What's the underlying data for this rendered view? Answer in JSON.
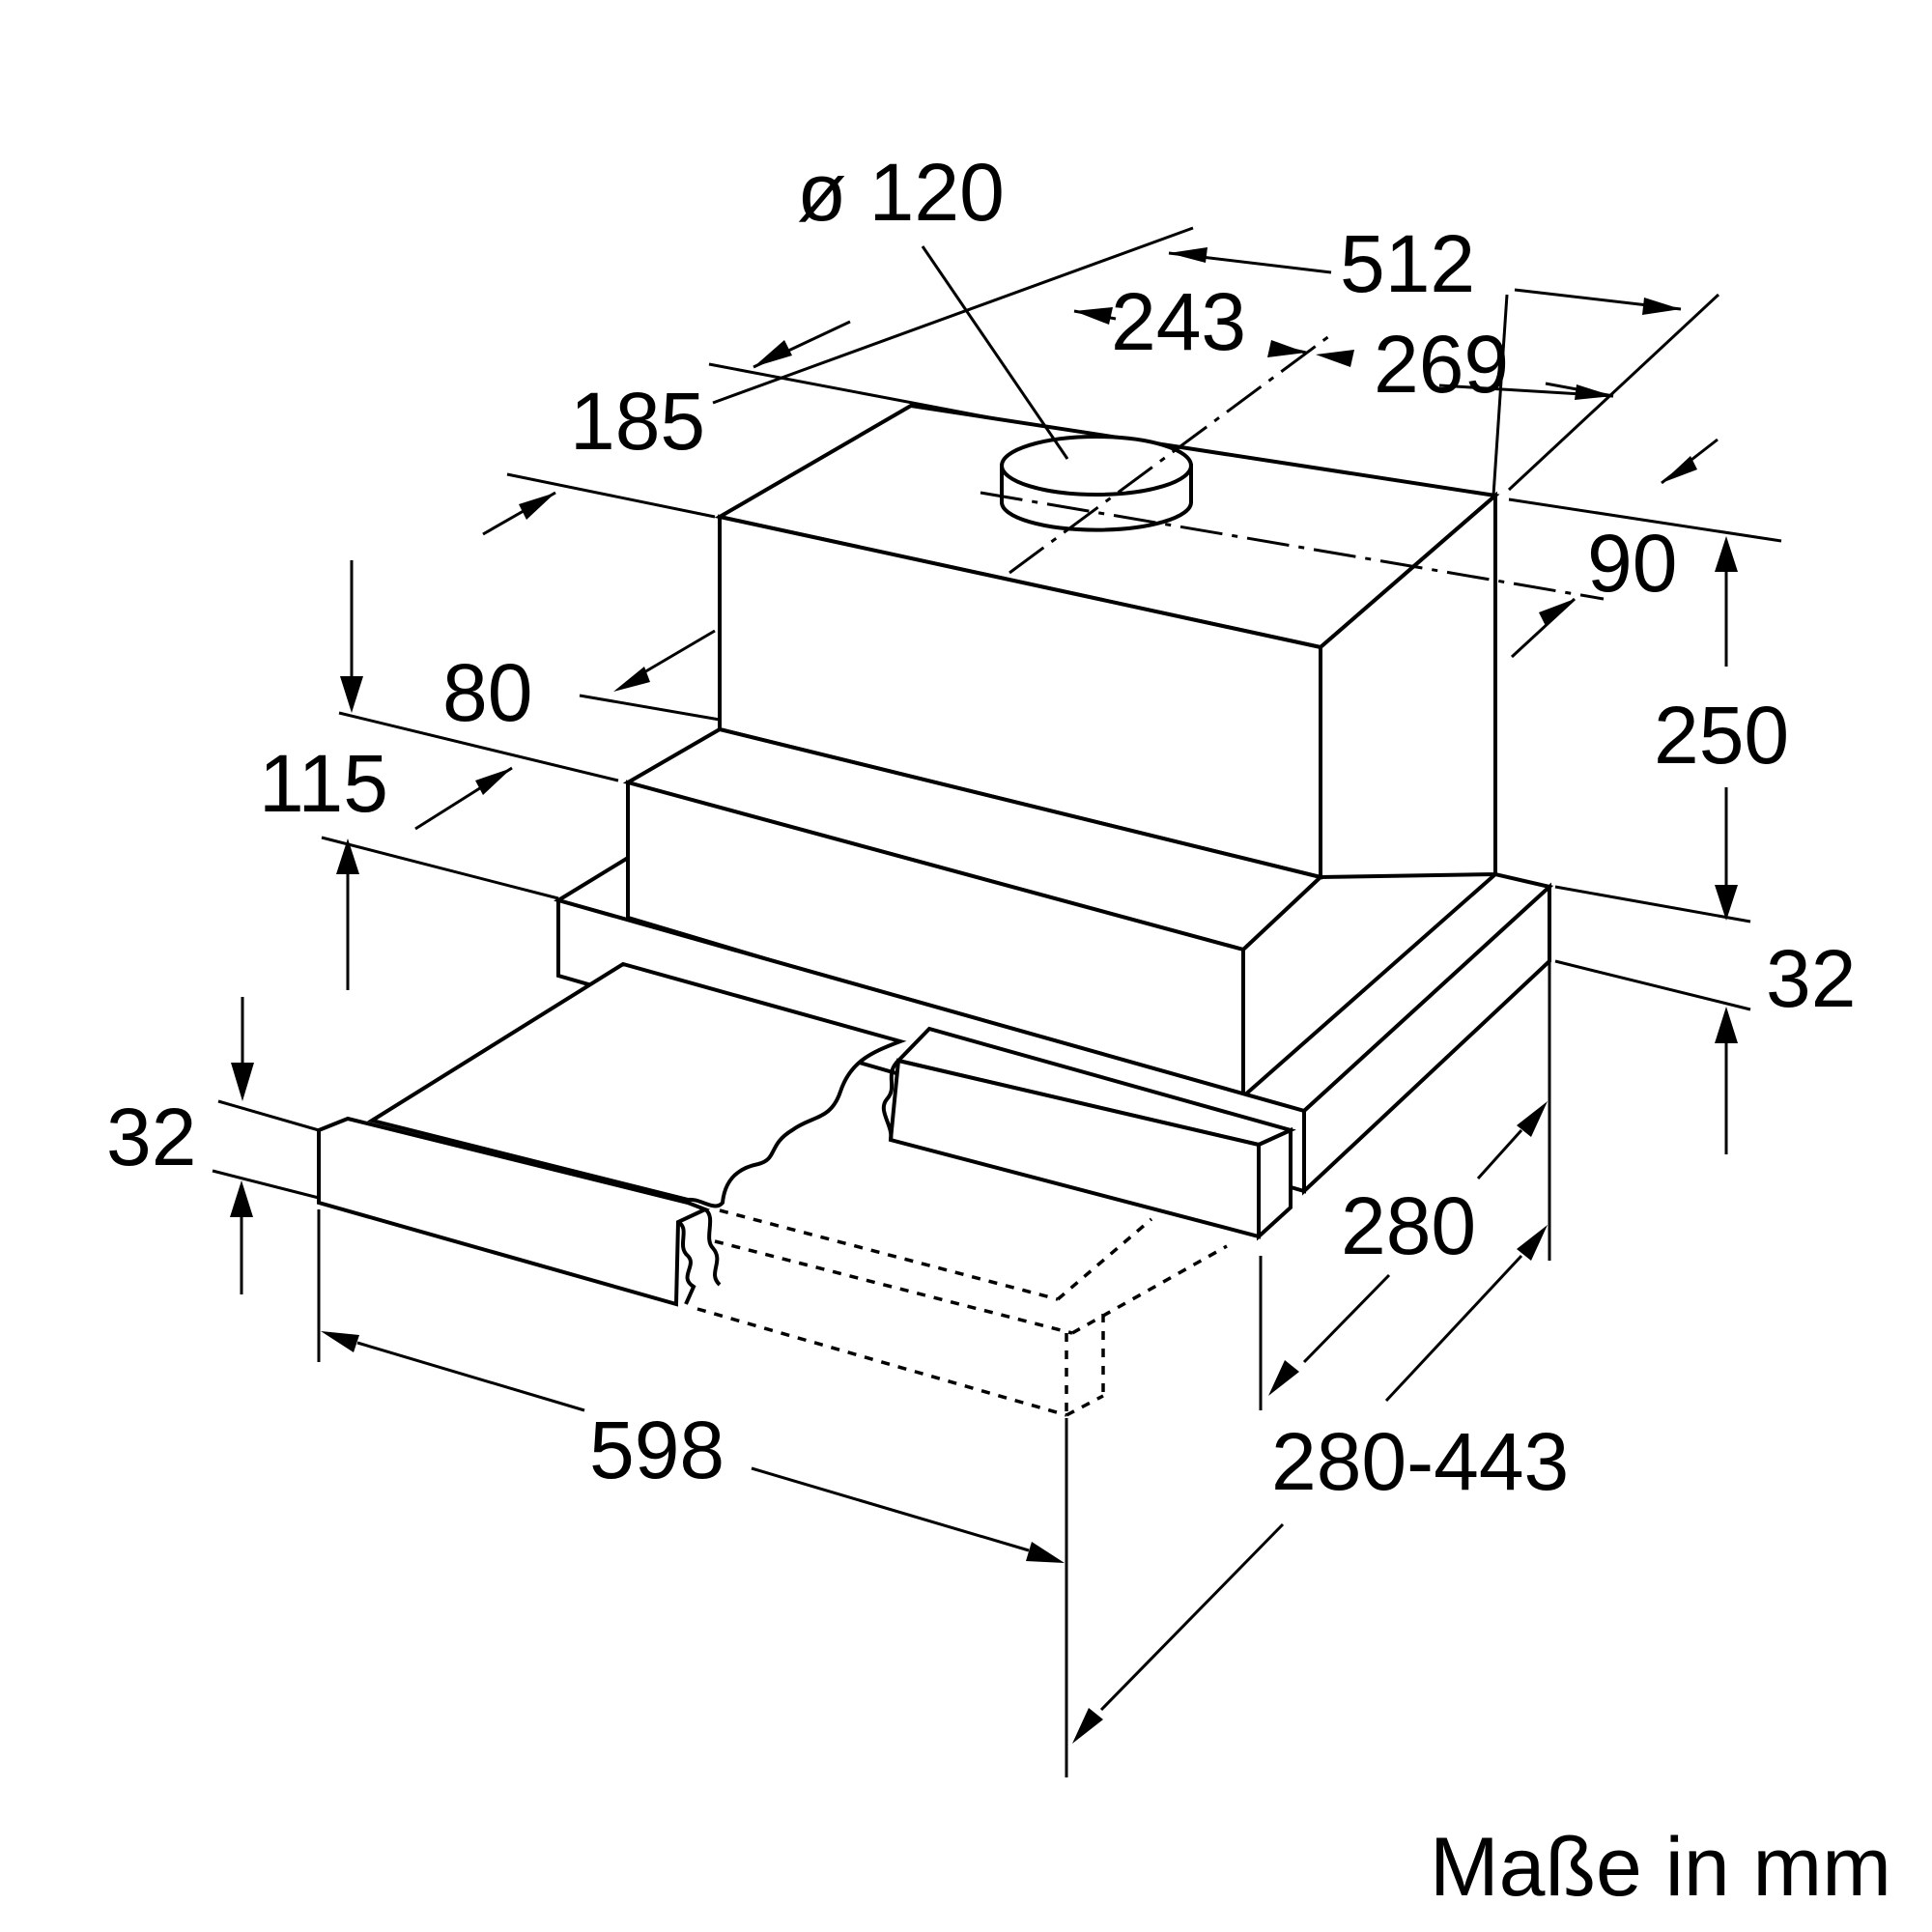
{
  "dimensions": {
    "duct_diameter": "ø 120",
    "overall_depth": "512",
    "duct_offset_left": "243",
    "duct_offset_right": "269",
    "rear_offset": "185",
    "top_right_offset": "90",
    "front_setback": "80",
    "canopy_depth": "115",
    "body_height": "250",
    "frame_height": "32",
    "panel_height": "32",
    "width": "598",
    "drawer_depth": "280",
    "extended_depth": "280-443"
  },
  "units_label": "Maße in mm",
  "colors": {
    "line": "#000000",
    "background": "#ffffff"
  }
}
